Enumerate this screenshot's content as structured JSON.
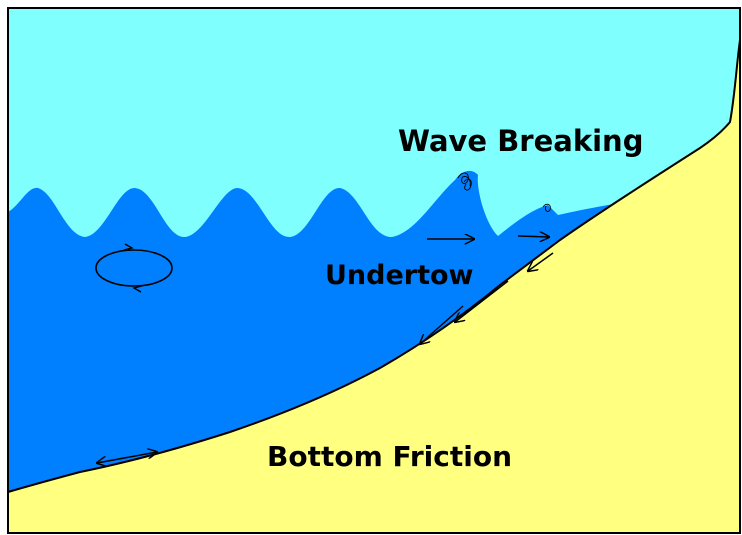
{
  "colors": {
    "sky": "#80ffff",
    "water": "#0080ff",
    "sand": "#ffff80",
    "outline": "#000000"
  },
  "labels": {
    "wave_breaking": "Wave Breaking",
    "undertow": "Undertow",
    "bottom_friction": "Bottom Friction"
  }
}
